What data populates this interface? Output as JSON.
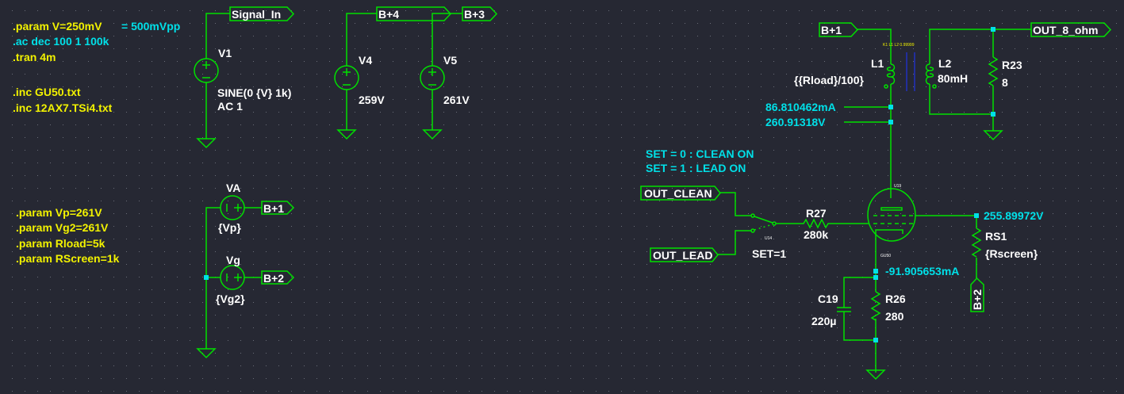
{
  "colors": {
    "background": "#262833",
    "wire": "#00e000",
    "directive": "#f2f200",
    "measurement": "#00e0e8",
    "label": "#ffffff",
    "core": "#2030c0"
  },
  "directives": {
    "param_v": ".param V=250mV",
    "param_v_note": "= 500mVpp",
    "ac": ".ac dec 100 1 100k",
    "tran": ".tran 4m",
    "inc1": ".inc GU50.txt",
    "inc2": ".inc 12AX7.TSi4.txt",
    "param_vp": ".param Vp=261V",
    "param_vg2": ".param Vg2=261V",
    "param_rload": ".param Rload=5k",
    "param_rscreen": ".param RScreen=1k"
  },
  "flags": {
    "signal_in": "Signal_In",
    "bp4": "B+4",
    "bp3": "B+3",
    "bp1_a": "B+1",
    "bp2_a": "B+2",
    "bp1_b": "B+1",
    "out_8_ohm": "OUT_8_ohm",
    "out_clean": "OUT_CLEAN",
    "out_lead": "OUT_LEAD",
    "bp2_b": "B+2"
  },
  "components": {
    "v1": {
      "name": "V1",
      "value": "SINE(0 {V} 1k)",
      "value2": "AC 1"
    },
    "v4": {
      "name": "V4",
      "value": "259V"
    },
    "v5": {
      "name": "V5",
      "value": "261V"
    },
    "va": {
      "name": "VA",
      "value": "{Vp}"
    },
    "vg": {
      "name": "Vg",
      "value": "{Vg2}"
    },
    "l1": {
      "name": "L1",
      "value": "{{Rload}/100}"
    },
    "l2": {
      "name": "L2",
      "value": "80mH"
    },
    "k1": {
      "value": "K1 L1 L2 0.99999"
    },
    "r23": {
      "name": "R23",
      "value": "8"
    },
    "r27": {
      "name": "R27",
      "value": "280k"
    },
    "u14": {
      "name": "U14",
      "value": "SET=1"
    },
    "u19": {
      "name": "U19",
      "model": "GU50"
    },
    "rs1": {
      "name": "RS1",
      "value": "{Rscreen}"
    },
    "c19": {
      "name": "C19",
      "value": "220µ"
    },
    "r26": {
      "name": "R26",
      "value": "280"
    }
  },
  "measurements": {
    "plate_current": "86.810462mA",
    "plate_voltage": "260.91318V",
    "screen_voltage": "255.89972V",
    "cathode_current": "-91.905653mA"
  },
  "notes": {
    "set0": "SET = 0 : CLEAN ON",
    "set1": "SET = 1 : LEAD ON"
  }
}
